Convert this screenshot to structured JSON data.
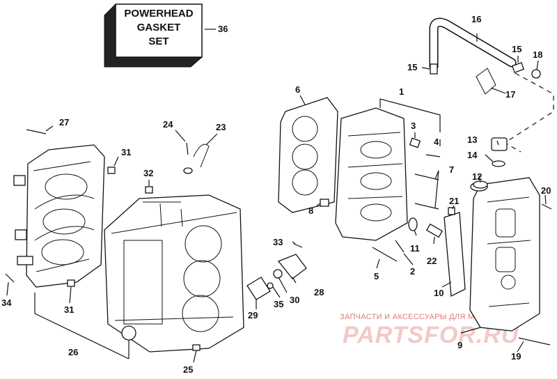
{
  "kit_box": {
    "lines": [
      "POWERHEAD",
      "GASKET",
      "SET"
    ],
    "callout": "36"
  },
  "callouts": {
    "c1": "1",
    "c2": "2",
    "c3": "3",
    "c4": "4",
    "c5": "5",
    "c6": "6",
    "c7": "7",
    "c8": "8",
    "c9": "9",
    "c10": "10",
    "c11": "11",
    "c12": "12",
    "c13": "13",
    "c14": "14",
    "c15a": "15",
    "c15b": "15",
    "c16": "16",
    "c17": "17",
    "c18": "18",
    "c19": "19",
    "c20": "20",
    "c21": "21",
    "c22": "22",
    "c23": "23",
    "c24": "24",
    "c25": "25",
    "c26": "26",
    "c27": "27",
    "c28": "28",
    "c29": "29",
    "c30": "30",
    "c31a": "31",
    "c31b": "31",
    "c32": "32",
    "c33": "33",
    "c34": "34",
    "c35": "35"
  },
  "watermark": {
    "top": "ЗАПЧАСТИ И АКСЕССУАРЫ ДЛЯ МОТОТЕХНИКИ",
    "brand": "PARTSFOR.RU"
  }
}
